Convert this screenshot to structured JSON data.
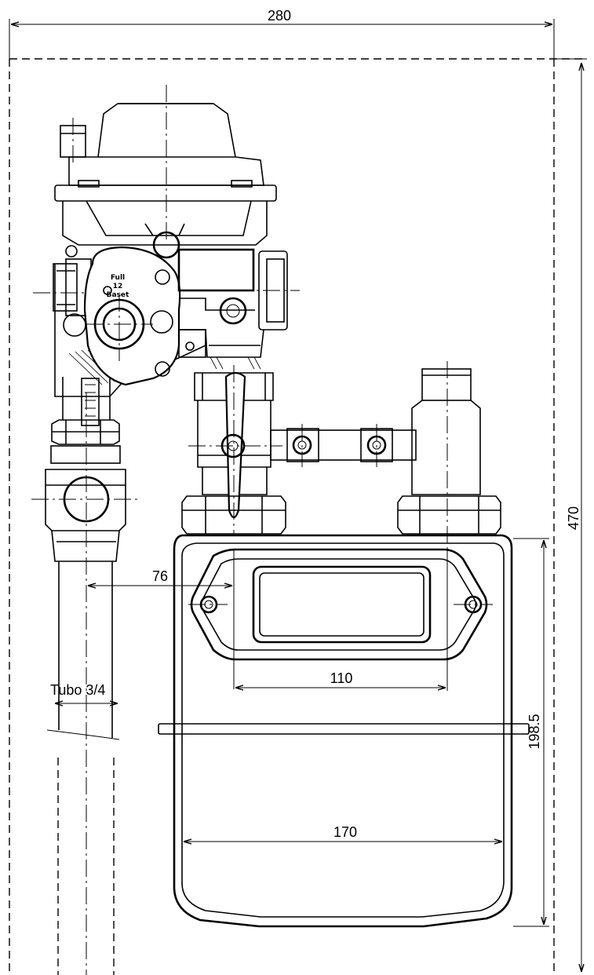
{
  "dimensions": {
    "overall_width": "280",
    "overall_height": "470",
    "offset": "76",
    "meter_window": "110",
    "meter_width": "170",
    "meter_height": "198.5"
  },
  "labels": {
    "pipe": "Tubo 3/4",
    "regulator_line1": "Full",
    "regulator_line2": "12",
    "regulator_line3": "Baset"
  },
  "colors": {
    "line": "#000000",
    "background": "#ffffff"
  }
}
